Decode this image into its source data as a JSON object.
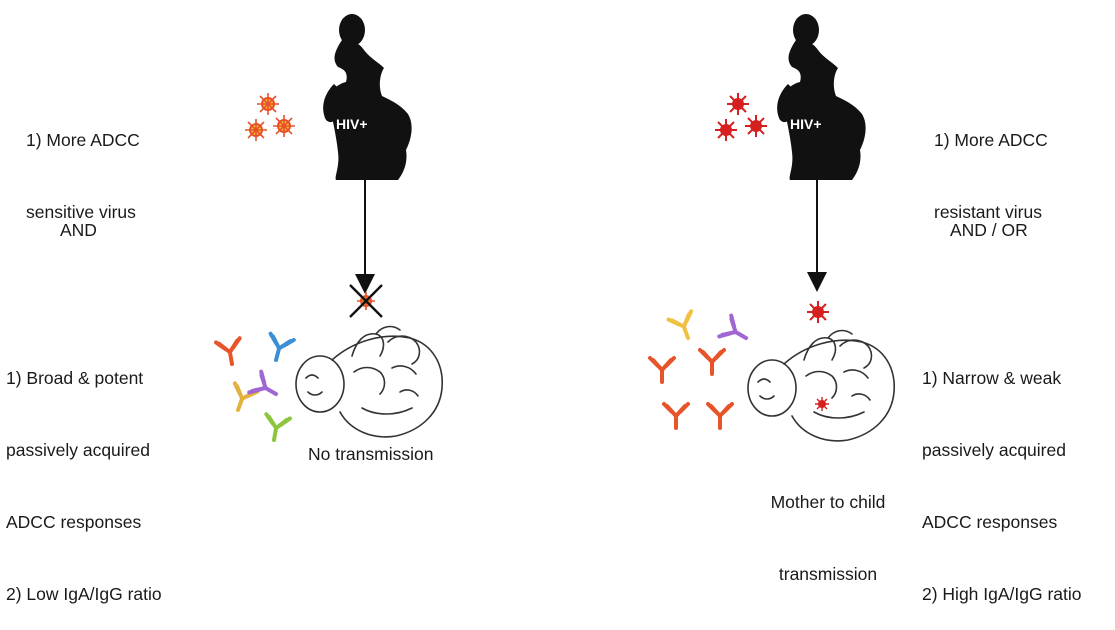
{
  "left": {
    "virus_label": [
      "1) More ADCC",
      "sensitive virus"
    ],
    "connector": "AND",
    "maternal_label": "HIV+",
    "antibody_label": [
      "1) Broad & potent",
      "passively acquired",
      "ADCC responses",
      "2) Low IgA/IgG ratio"
    ],
    "outcome": "No transmission",
    "virus_color": "#f4c430",
    "virus_core_color": "#e8502a",
    "antibody_colors": [
      "#e8542a",
      "#3a8fd6",
      "#e3b23c",
      "#a066d3",
      "#8cc63f"
    ]
  },
  "right": {
    "virus_label": [
      "1) More ADCC",
      "resistant virus"
    ],
    "connector": "AND / OR",
    "maternal_label": "HIV+",
    "antibody_label": [
      "1) Narrow & weak",
      "passively acquired",
      "ADCC responses",
      "2) High IgA/IgG ratio"
    ],
    "outcome": [
      "Mother to child",
      "transmission"
    ],
    "virus_color": "#d62020",
    "antibody_colors": [
      "#f0c040",
      "#a066d3",
      "#e8542a",
      "#e8542a",
      "#e8542a",
      "#e8542a",
      "#e8542a",
      "#e8542a"
    ]
  }
}
